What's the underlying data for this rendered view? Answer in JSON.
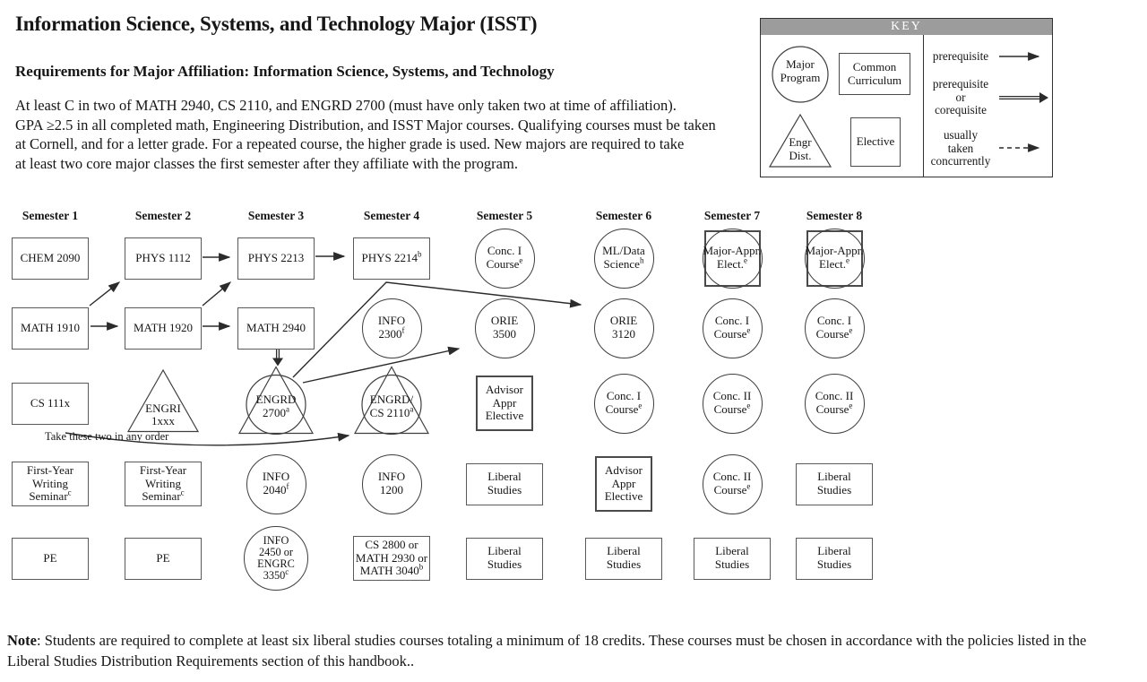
{
  "page": {
    "title": "Information Science, Systems, and Technology Major (ISST)",
    "subtitle": "Requirements for Major Affiliation:  Information Science, Systems, and Technology",
    "paragraph_lines": [
      "At least C in two of MATH 2940, CS 2110, and ENGRD 2700 (must have only taken two at time of affiliation).",
      "GPA ≥2.5 in all completed math, Engineering Distribution, and ISST Major courses. Qualifying courses must be taken",
      "at Cornell, and for a letter grade. For a repeated course, the higher grade is used. New majors are required to take",
      "at least two core major classes the first semester after they affiliate with the program."
    ],
    "note_prefix": "Note",
    "note_line1": ": Students are required to complete at least six liberal studies courses totaling a minimum of 18 credits.  These courses must be chosen in accordance with the policies listed in the",
    "note_line2": "Liberal Studies Distribution Requirements section of this handbook.."
  },
  "key": {
    "title": "KEY",
    "banner_color": "#9c9c9c",
    "shapes": [
      {
        "shape": "circle",
        "meaning": "major-program",
        "label_lines": [
          "Major",
          "Program"
        ]
      },
      {
        "shape": "rectangle",
        "meaning": "common-curriculum",
        "label_lines": [
          "Common",
          "Curriculum"
        ]
      },
      {
        "shape": "triangle",
        "meaning": "engineering-distribution",
        "label_lines": [
          "Engr",
          "Dist."
        ]
      },
      {
        "shape": "rectangle",
        "meaning": "elective",
        "label_lines": [
          "Elective"
        ]
      }
    ],
    "arrow_types": [
      {
        "style": "solid",
        "label_lines": [
          "prerequisite"
        ]
      },
      {
        "style": "double",
        "label_lines": [
          "prerequisite",
          "or",
          "corequisite"
        ]
      },
      {
        "style": "dashed",
        "label_lines": [
          "usually",
          "taken",
          "concurrently"
        ]
      }
    ]
  },
  "diagram": {
    "semesters": [
      "Semester 1",
      "Semester 2",
      "Semester 3",
      "Semester 4",
      "Semester 5",
      "Semester 6",
      "Semester 7",
      "Semester 8"
    ],
    "annotation": "Take these two in any order",
    "nodes": [
      {
        "id": "chem2090",
        "col": 1,
        "row": 1,
        "shape": "box",
        "lines": [
          "CHEM 2090"
        ]
      },
      {
        "id": "phys1112",
        "col": 2,
        "row": 1,
        "shape": "box",
        "lines": [
          "PHYS 1112"
        ]
      },
      {
        "id": "phys2213",
        "col": 3,
        "row": 1,
        "shape": "box",
        "lines": [
          "PHYS 2213"
        ]
      },
      {
        "id": "phys2214",
        "col": 4,
        "row": 1,
        "shape": "box",
        "lines": [
          "PHYS 2214"
        ],
        "sup": "b"
      },
      {
        "id": "conc1-s5",
        "col": 5,
        "row": 1,
        "shape": "circle",
        "lines": [
          "Conc. I",
          "Course"
        ],
        "sup": "e"
      },
      {
        "id": "ml-data-sci",
        "col": 6,
        "row": 1,
        "shape": "circle",
        "lines": [
          "ML/Data",
          "Science"
        ],
        "sup": "h"
      },
      {
        "id": "major-appr-s7",
        "col": 7,
        "row": 1,
        "shape": "circlesquare",
        "lines": [
          "Major-Appr.",
          "Elect."
        ],
        "sup": "e"
      },
      {
        "id": "major-appr-s8",
        "col": 8,
        "row": 1,
        "shape": "circlesquare",
        "lines": [
          "Major-Appr.",
          "Elect."
        ],
        "sup": "e"
      },
      {
        "id": "math1910",
        "col": 1,
        "row": 2,
        "shape": "box",
        "lines": [
          "MATH 1910"
        ]
      },
      {
        "id": "math1920",
        "col": 2,
        "row": 2,
        "shape": "box",
        "lines": [
          "MATH 1920"
        ]
      },
      {
        "id": "math2940",
        "col": 3,
        "row": 2,
        "shape": "box",
        "lines": [
          "MATH 2940"
        ]
      },
      {
        "id": "info2300",
        "col": 4,
        "row": 2,
        "shape": "circle",
        "lines": [
          "INFO",
          "2300"
        ],
        "sup": "f"
      },
      {
        "id": "orie3500",
        "col": 5,
        "row": 2,
        "shape": "circle",
        "lines": [
          "ORIE",
          "3500"
        ]
      },
      {
        "id": "orie3120",
        "col": 6,
        "row": 2,
        "shape": "circle",
        "lines": [
          "ORIE",
          "3120"
        ]
      },
      {
        "id": "conc1-s7",
        "col": 7,
        "row": 2,
        "shape": "circle",
        "lines": [
          "Conc. I",
          "Course"
        ],
        "sup": "e"
      },
      {
        "id": "conc1-s8",
        "col": 8,
        "row": 2,
        "shape": "circle",
        "lines": [
          "Conc. I",
          "Course"
        ],
        "sup": "e"
      },
      {
        "id": "cs111x",
        "col": 1,
        "row": 3,
        "shape": "box",
        "lines": [
          "CS 111x"
        ]
      },
      {
        "id": "engri1xxx",
        "col": 2,
        "row": 3,
        "shape": "triangle",
        "lines": [
          "ENGRI",
          "1xxx"
        ]
      },
      {
        "id": "engrd2700",
        "col": 3,
        "row": 3,
        "shape": "tricircle",
        "lines": [
          "ENGRD",
          "2700"
        ],
        "sup": "a"
      },
      {
        "id": "engrd-cs2110",
        "col": 4,
        "row": 3,
        "shape": "tricircle",
        "lines": [
          "ENGRD/",
          "CS 2110"
        ],
        "sup": "a"
      },
      {
        "id": "advisor-s5",
        "col": 5,
        "row": 3,
        "shape": "box2",
        "lines": [
          "Advisor",
          "Appr",
          "Elective"
        ]
      },
      {
        "id": "conc1-s6",
        "col": 6,
        "row": 3,
        "shape": "circle",
        "lines": [
          "Conc. I",
          "Course"
        ],
        "sup": "e"
      },
      {
        "id": "conc2-s7a",
        "col": 7,
        "row": 3,
        "shape": "circle",
        "lines": [
          "Conc. II",
          "Course"
        ],
        "sup": "e"
      },
      {
        "id": "conc2-s8",
        "col": 8,
        "row": 3,
        "shape": "circle",
        "lines": [
          "Conc. II",
          "Course"
        ],
        "sup": "e"
      },
      {
        "id": "fws-s1",
        "col": 1,
        "row": 4,
        "shape": "box",
        "lines": [
          "First-Year",
          "Writing",
          "Seminar"
        ],
        "sup": "c"
      },
      {
        "id": "fws-s2",
        "col": 2,
        "row": 4,
        "shape": "box",
        "lines": [
          "First-Year",
          "Writing",
          "Seminar"
        ],
        "sup": "c"
      },
      {
        "id": "info2040",
        "col": 3,
        "row": 4,
        "shape": "circle",
        "lines": [
          "INFO",
          "2040"
        ],
        "sup": "f"
      },
      {
        "id": "info1200",
        "col": 4,
        "row": 4,
        "shape": "circle",
        "lines": [
          "INFO",
          "1200"
        ]
      },
      {
        "id": "libstud-s5a",
        "col": 5,
        "row": 4,
        "shape": "box",
        "lines": [
          "Liberal",
          "Studies"
        ]
      },
      {
        "id": "advisor-s6",
        "col": 6,
        "row": 4,
        "shape": "box2",
        "lines": [
          "Advisor",
          "Appr",
          "Elective"
        ]
      },
      {
        "id": "conc2-s7b",
        "col": 7,
        "row": 4,
        "shape": "circle",
        "lines": [
          "Conc. II",
          "Course"
        ],
        "sup": "e"
      },
      {
        "id": "libstud-s8a",
        "col": 8,
        "row": 4,
        "shape": "box",
        "lines": [
          "Liberal",
          "Studies"
        ]
      },
      {
        "id": "pe-s1",
        "col": 1,
        "row": 5,
        "shape": "box",
        "lines": [
          "PE"
        ]
      },
      {
        "id": "pe-s2",
        "col": 2,
        "row": 5,
        "shape": "box",
        "lines": [
          "PE"
        ]
      },
      {
        "id": "info2450",
        "col": 3,
        "row": 5,
        "shape": "circle",
        "lines": [
          "INFO",
          "2450 or",
          "ENGRC",
          "3350"
        ],
        "sup": "c"
      },
      {
        "id": "cs2800",
        "col": 4,
        "row": 5,
        "shape": "box",
        "lines": [
          "CS 2800 or",
          "MATH 2930 or",
          "MATH 3040"
        ],
        "sup": "b"
      },
      {
        "id": "libstud-s5b",
        "col": 5,
        "row": 5,
        "shape": "box",
        "lines": [
          "Liberal",
          "Studies"
        ]
      },
      {
        "id": "libstud-s6",
        "col": 6,
        "row": 5,
        "shape": "box",
        "lines": [
          "Liberal",
          "Studies"
        ]
      },
      {
        "id": "libstud-s7",
        "col": 7,
        "row": 5,
        "shape": "box",
        "lines": [
          "Liberal",
          "Studies"
        ]
      },
      {
        "id": "libstud-s8b",
        "col": 8,
        "row": 5,
        "shape": "box",
        "lines": [
          "Liberal",
          "Studies"
        ]
      }
    ],
    "edges": [
      {
        "id": "math1910-phys1112",
        "from": "MATH 1910",
        "to": "PHYS 1112",
        "type": "prerequisite"
      },
      {
        "id": "math1910-math1920",
        "from": "MATH 1910",
        "to": "MATH 1920",
        "type": "prerequisite"
      },
      {
        "id": "phys1112-phys2213",
        "from": "PHYS 1112",
        "to": "PHYS 2213",
        "type": "prerequisite"
      },
      {
        "id": "math1920-math2940",
        "from": "MATH 1920",
        "to": "MATH 2940",
        "type": "prerequisite"
      },
      {
        "id": "math1920-phys2213",
        "from": "MATH 1920",
        "to": "PHYS 2213",
        "type": "prerequisite"
      },
      {
        "id": "phys2213-phys2214",
        "from": "PHYS 2213",
        "to": "PHYS 2214",
        "type": "prerequisite"
      },
      {
        "id": "math2940-engrd2700",
        "from": "MATH 2940",
        "to": "ENGRD 2700",
        "type": "prerequisite-or-corequisite"
      },
      {
        "id": "engrd2700-orie3500",
        "from": "ENGRD 2700",
        "to": "ORIE 3500",
        "type": "prerequisite"
      },
      {
        "id": "engrd2700-orie3120",
        "from": "ENGRD 2700",
        "to": "ORIE 3120",
        "type": "prerequisite"
      },
      {
        "id": "cs111x-engrdcs2110",
        "from": "CS 111x",
        "to": "ENGRD/CS 2110",
        "type": "prerequisite"
      }
    ]
  }
}
